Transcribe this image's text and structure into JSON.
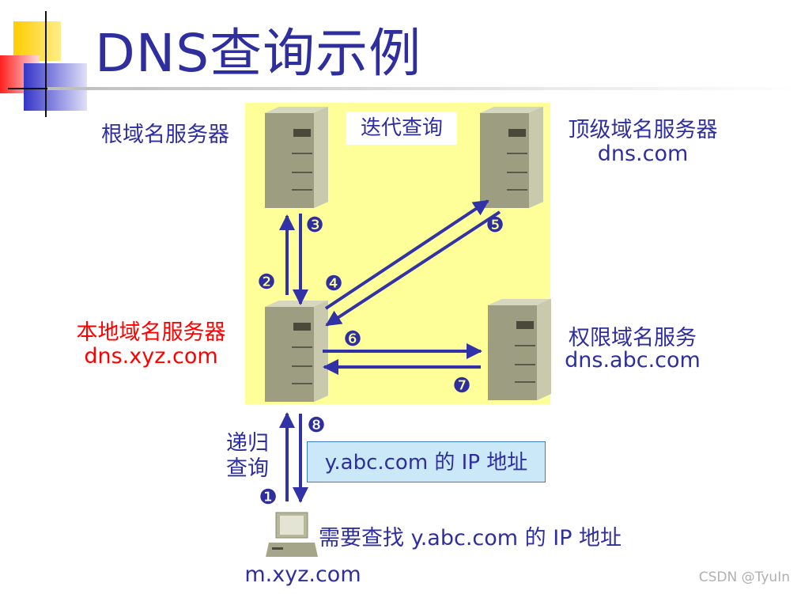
{
  "title": "DNS查询示例",
  "iterative_label": "迭代查询",
  "recursive_label": [
    "递归",
    "查询"
  ],
  "root_server": {
    "name": "根域名服务器"
  },
  "tld_server": {
    "name": "顶级域名服务器",
    "domain": "dns.com"
  },
  "local_server": {
    "name": "本地域名服务器",
    "domain": "dns.xyz.com"
  },
  "auth_server": {
    "name": "权限域名服务",
    "domain": "dns.abc.com"
  },
  "client": {
    "host": "m.xyz.com",
    "need": "需要查找 y.abc.com 的 IP 地址"
  },
  "result": "y.abc.com 的 IP 地址",
  "steps": [
    "❶",
    "❷",
    "❸",
    "❹",
    "❺",
    "❻",
    "❼",
    "❽"
  ],
  "watermark": "CSDN @TyuIn",
  "colors": {
    "title": "#2e2e9e",
    "arrow": "#3232a8",
    "panel": "#ffff99",
    "local": "#ff0000",
    "result_bg": "#cbe8f8"
  }
}
